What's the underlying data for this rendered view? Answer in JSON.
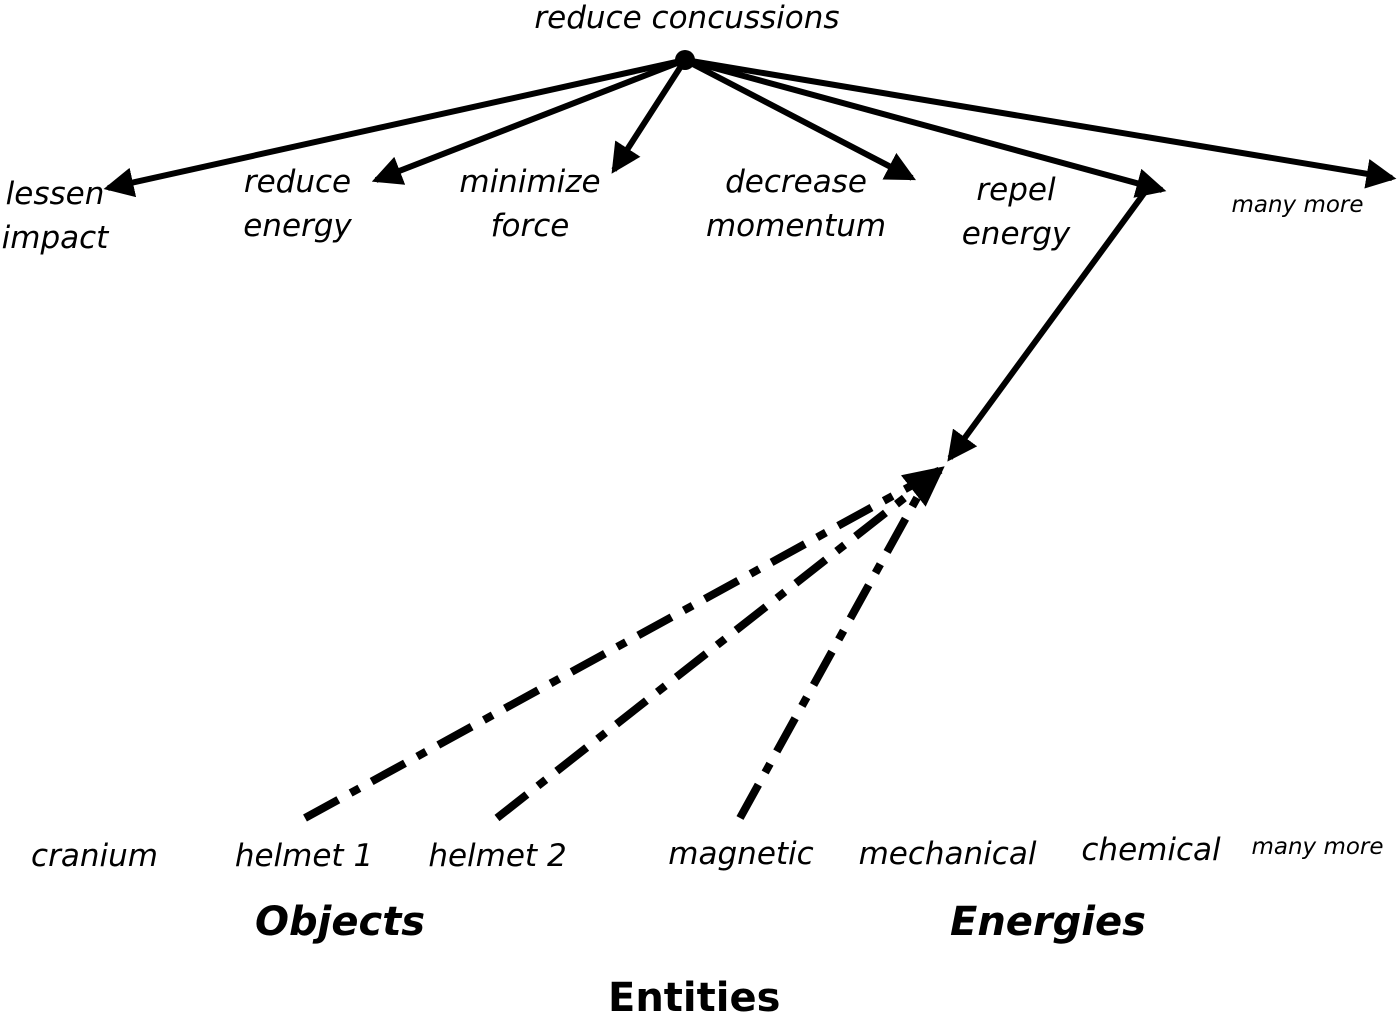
{
  "goal": "reduce concussions",
  "functions": [
    "lessen\nimpact",
    "reduce\nenergy",
    "minimize\nforce",
    "decrease\nmomentum",
    "repel\nenergy",
    "many more"
  ],
  "entities": {
    "objects": [
      "cranium",
      "helmet 1",
      "helmet 2"
    ],
    "energies": [
      "magnetic",
      "mechanical",
      "chemical",
      "many more"
    ]
  },
  "headings": {
    "objects": "Objects",
    "energies": "Energies",
    "entities": "Entities"
  },
  "colors": {
    "ink": "#000000",
    "background": "#ffffff"
  }
}
